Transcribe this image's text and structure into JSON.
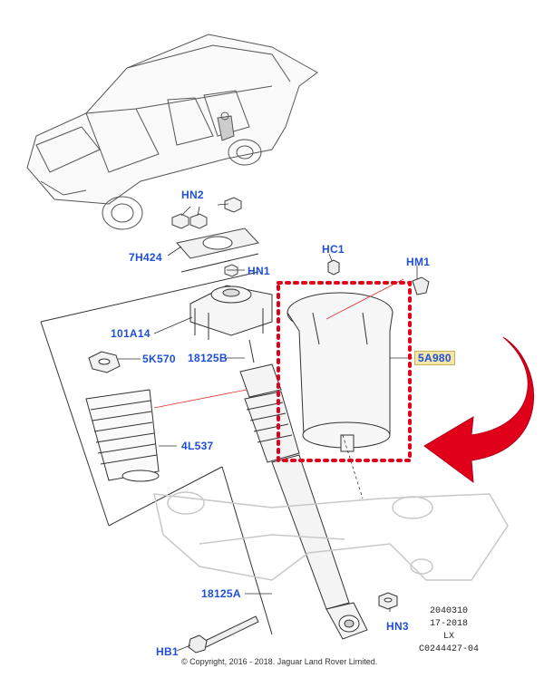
{
  "callouts": {
    "hn2": "HN2",
    "7h424": "7H424",
    "hn1": "HN1",
    "hc1": "HC1",
    "hm1": "HM1",
    "101a14": "101A14",
    "18125b": "18125B",
    "5k570": "5K570",
    "5a980": "5A980",
    "4l537": "4L537",
    "18125a": "18125A",
    "hn3": "HN3",
    "hb1": "HB1"
  },
  "diagram_info": {
    "line1": "2040310",
    "line2": "17-2018",
    "line3": "LX",
    "line4": "C0244427-04"
  },
  "copyright": "© Copyright, 2016 - 2018. Jaguar Land Rover Limited.",
  "colors": {
    "callout": "#1f4fd8",
    "highlight_fill": "#f5e6a8",
    "accent_red": "#e0001a",
    "line": "#333333"
  }
}
